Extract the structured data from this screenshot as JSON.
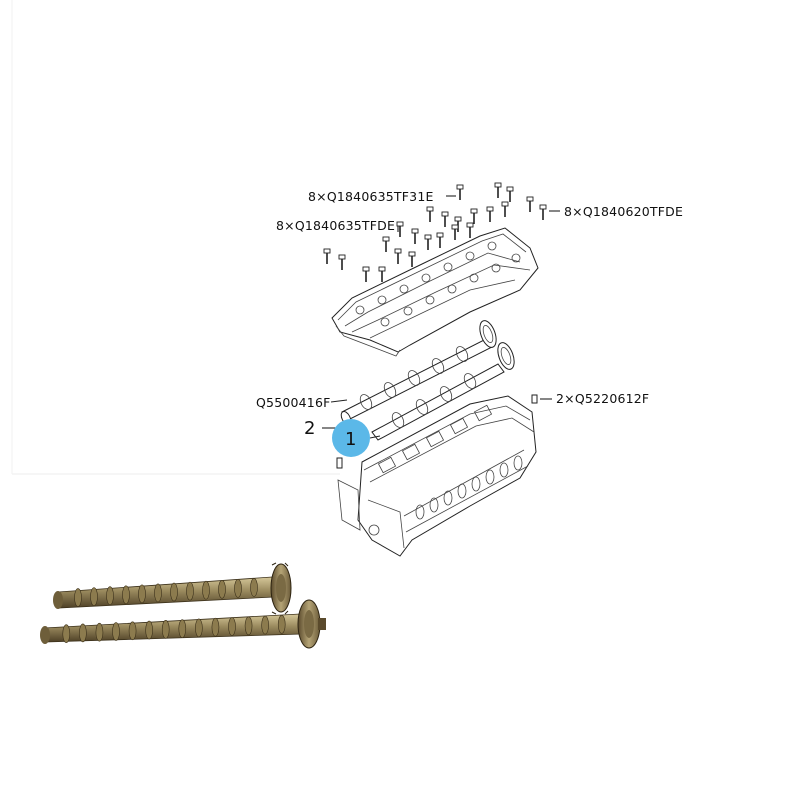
{
  "callouts": {
    "bolt_top": "8×Q1840635TF31E",
    "bolt_mid": "8×Q1840635TFDE",
    "bolt_right": "8×Q1840620TFDE",
    "plug_left": "Q5500416F",
    "pin_right": "2×Q5220612F",
    "num_2": "2",
    "num_1": "1"
  },
  "colors": {
    "badge": "#5bb8e8",
    "shaft_metal": "#8a7a52",
    "shaft_dark": "#4e4026",
    "shaft_light": "#c8b98a"
  }
}
